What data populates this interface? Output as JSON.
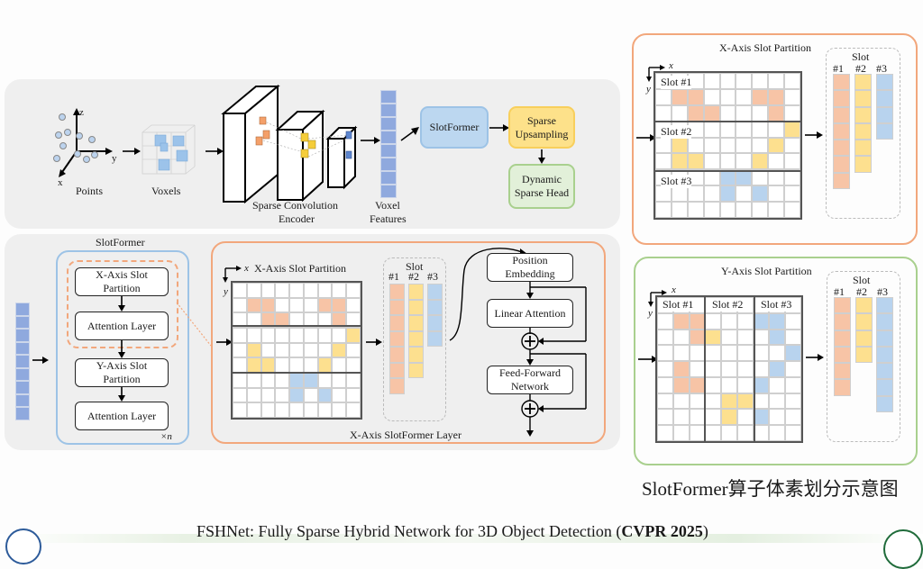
{
  "colors": {
    "orange": "#f7c4a6",
    "yellow": "#fde08f",
    "blue": "#b8d3ee",
    "feature": "#8fa9de",
    "slotformer_fill": "#bcd7f0",
    "upsampling_fill": "#fde18a",
    "head_fill": "#e2f0d9"
  },
  "pipeline": {
    "points_label": "Points",
    "voxels_label": "Voxels",
    "encoder_label_1": "Sparse Convolution",
    "encoder_label_2": "Encoder",
    "voxel_features_1": "Voxel",
    "voxel_features_2": "Features",
    "slotformer": "SlotFormer",
    "upsampling_1": "Sparse",
    "upsampling_2": "Upsampling",
    "head_1": "Dynamic",
    "head_2": "Sparse Head",
    "axis_x": "x",
    "axis_y": "y",
    "axis_z": "z"
  },
  "slotformer_block": {
    "title": "SlotFormer",
    "x_partition_1": "X-Axis Slot",
    "x_partition_2": "Partition",
    "attention_1": "Attention Layer",
    "y_partition_1": "Y-Axis Slot",
    "y_partition_2": "Partition",
    "attention_2": "Attention Layer",
    "repeat": "×n"
  },
  "x_layer": {
    "title": "X-Axis Slot Partition",
    "caption": "X-Axis SlotFormer Layer",
    "slot_header": "Slot",
    "slot_ids": [
      "#1",
      "#2",
      "#3"
    ],
    "slot_counts": [
      7,
      6,
      4
    ],
    "pos_embed_1": "Position",
    "pos_embed_2": "Embedding",
    "linear_attention": "Linear Attention",
    "ffn_1": "Feed-Forward",
    "ffn_2": "Network",
    "add_symbol": "+"
  },
  "grid_x": {
    "rows": 9,
    "cols": 9,
    "cells": [
      "000000000",
      "0oo000oo0",
      "00oo000o0",
      "00000000y",
      "0y00000y0",
      "0yy000y00",
      "0000bb000",
      "0000b0b00",
      "000000000"
    ]
  },
  "grid_y": {
    "rows": 9,
    "cols": 9,
    "cells": [
      "000000000",
      "0oo000bb0",
      "00oy000b0",
      "00000000b",
      "0o00000b0",
      "0oo000b00",
      "0000yy000",
      "0000y0b00",
      "000000000"
    ]
  },
  "x_panel": {
    "title": "X-Axis Slot Partition",
    "slot_labels": [
      "Slot #1",
      "Slot #2",
      "Slot #3"
    ],
    "slot_header": "Slot",
    "slot_ids": [
      "#1",
      "#2",
      "#3"
    ],
    "slot_counts": [
      7,
      6,
      4
    ]
  },
  "y_panel": {
    "title": "Y-Axis Slot Partition",
    "slot_labels": [
      "Slot #1",
      "Slot #2",
      "Slot #3"
    ],
    "slot_header": "Slot",
    "slot_ids": [
      "#1",
      "#2",
      "#3"
    ],
    "slot_counts": [
      6,
      4,
      7
    ]
  },
  "caption_cn": "SlotFormer算子体素划分示意图",
  "footer": {
    "title": "FSHNet: Fully Sparse Hybrid Network for 3D Object Detection (",
    "venue": "CVPR 2025",
    "close": ")"
  }
}
